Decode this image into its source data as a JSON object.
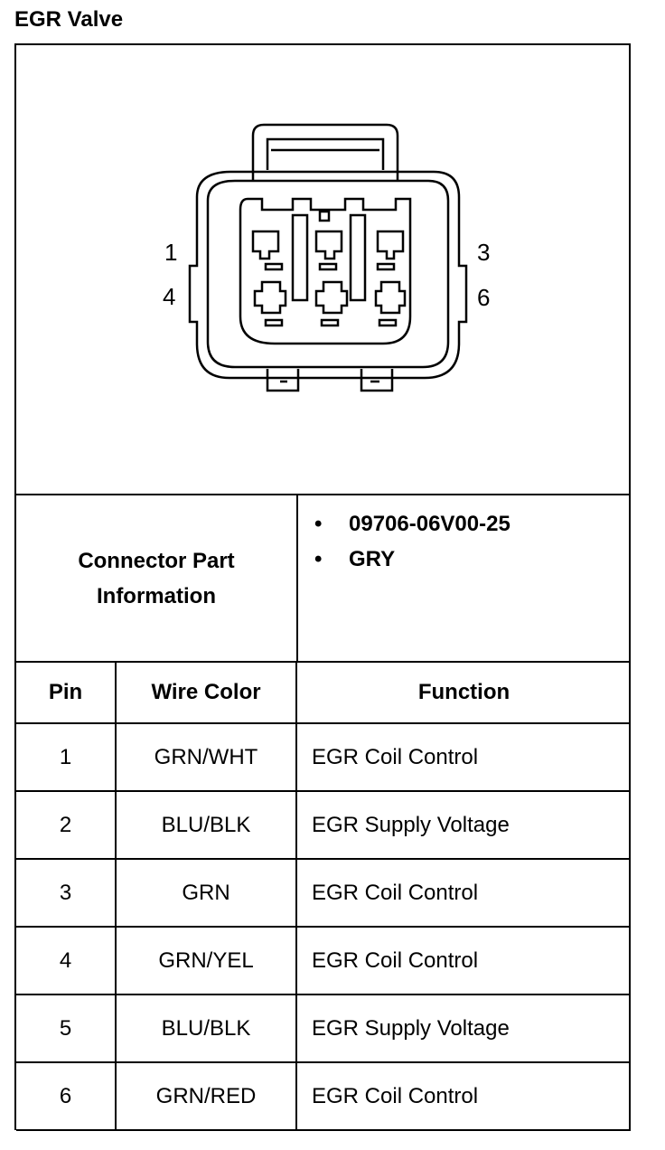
{
  "title": "EGR Valve",
  "pin_labels": {
    "p1": "1",
    "p3": "3",
    "p4": "4",
    "p6": "6"
  },
  "connector_info": {
    "label_line1": "Connector Part",
    "label_line2": "Information",
    "items": [
      "09706-06V00-25",
      "GRY"
    ]
  },
  "table": {
    "headers": {
      "pin": "Pin",
      "wire_color": "Wire Color",
      "function": "Function"
    },
    "rows": [
      {
        "pin": "1",
        "wire_color": "GRN/WHT",
        "function": "EGR Coil Control"
      },
      {
        "pin": "2",
        "wire_color": "BLU/BLK",
        "function": "EGR Supply Voltage"
      },
      {
        "pin": "3",
        "wire_color": "GRN",
        "function": "EGR Coil Control"
      },
      {
        "pin": "4",
        "wire_color": "GRN/YEL",
        "function": "EGR Coil Control"
      },
      {
        "pin": "5",
        "wire_color": "BLU/BLK",
        "function": "EGR Supply Voltage"
      },
      {
        "pin": "6",
        "wire_color": "GRN/RED",
        "function": "EGR Coil Control"
      }
    ]
  }
}
